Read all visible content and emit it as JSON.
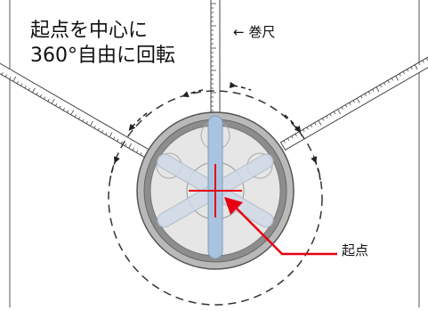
{
  "title": {
    "line1": "起点を中心に",
    "line2": "360°自由に回転"
  },
  "labels": {
    "tape_measure": "← 巻尺",
    "origin": "起点"
  },
  "colors": {
    "crosshair": "#e60012",
    "arrow": "#e60012",
    "rod": "#b8cfe6",
    "rod_edge": "#8aa7c3",
    "ring": "#8c8c8c",
    "disc": "#e8e8e8",
    "line": "#444444"
  },
  "icons": [
    "rotation-arrow-icon",
    "crosshair-icon",
    "pointer-arrow-icon"
  ]
}
